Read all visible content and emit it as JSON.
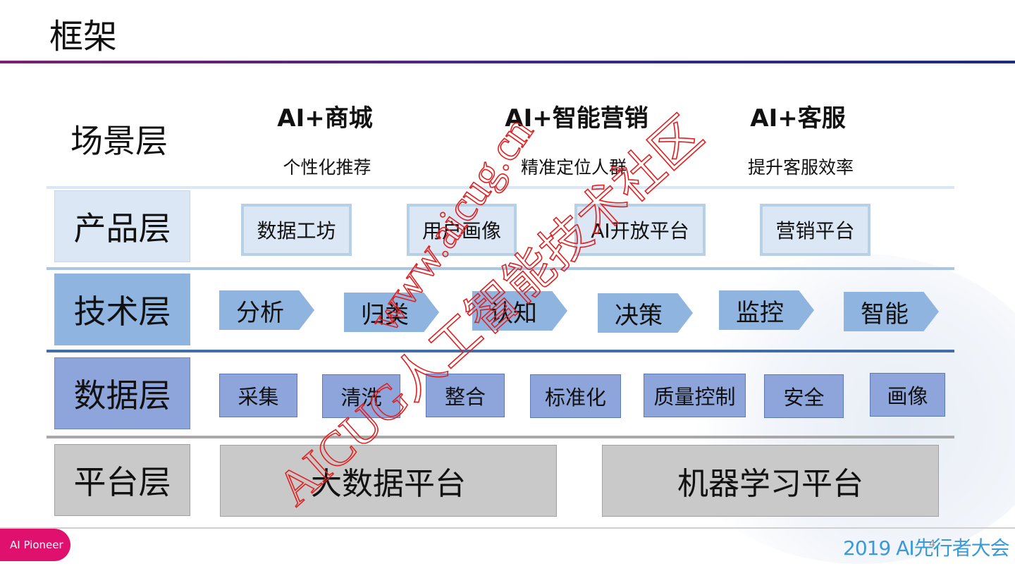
{
  "title": "框架",
  "scene": {
    "label": "场景层",
    "items": [
      {
        "head": "AI+商城",
        "sub": "个性化推荐"
      },
      {
        "head": "AI+智能营销",
        "sub": "精准定位人群"
      },
      {
        "head": "AI+客服",
        "sub": "提升客服效率"
      }
    ]
  },
  "product": {
    "label": "产品层",
    "items": [
      "数据工坊",
      "用户画像",
      "AI开放平台",
      "营销平台"
    ]
  },
  "tech": {
    "label": "技术层",
    "items": [
      "分析",
      "归类",
      "认知",
      "决策",
      "监控",
      "智能"
    ]
  },
  "data_layer": {
    "label": "数据层",
    "items": [
      "采集",
      "清洗",
      "整合",
      "标准化",
      "质量控制",
      "安全",
      "画像"
    ]
  },
  "platform": {
    "label": "平台层",
    "items": [
      "大数据平台",
      "机器学习平台"
    ]
  },
  "watermark": {
    "line1": "www.aicug.cn",
    "line2": "AICUG人工智能技术社区",
    "color": "#e02020"
  },
  "footer": {
    "badge": "AI Pioneer",
    "brand": "2019 AI先行者大会",
    "page": "4"
  },
  "colors": {
    "product_bg": "#dbe7f4",
    "tech_bg": "#8fb4df",
    "data_bg": "#8ea5dc",
    "platform_bg": "#c9c9c9",
    "badge_bg": "#e0106f"
  }
}
